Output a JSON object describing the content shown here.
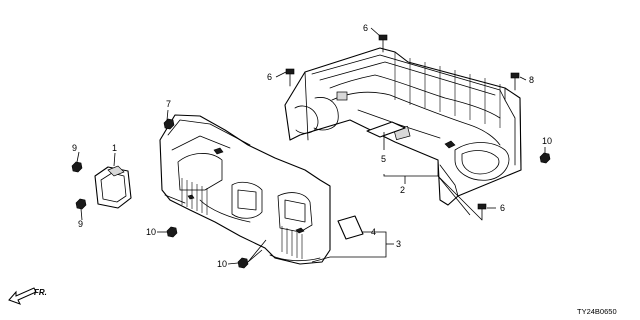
{
  "diagram": {
    "callouts": [
      "6",
      "6",
      "8",
      "7",
      "9",
      "1",
      "9",
      "5",
      "2",
      "10",
      "6",
      "10",
      "4",
      "3",
      "10"
    ],
    "orientation_label": "FR.",
    "drawing_code": "TY24B0650"
  },
  "colors": {
    "line": "#000000",
    "background": "#ffffff",
    "fill_dark": "#1a1a1a",
    "fill_light": "#d8d8d8"
  }
}
